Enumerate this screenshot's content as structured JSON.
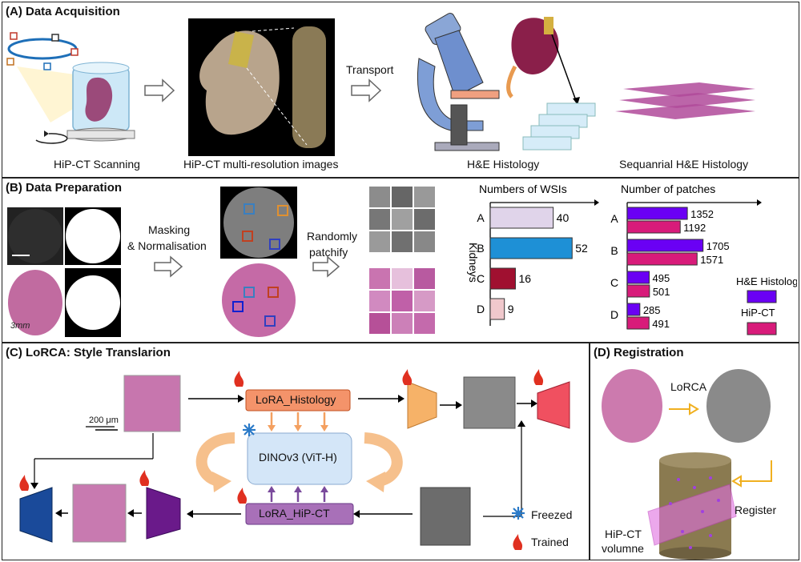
{
  "panel_a": {
    "title": "(A) Data Acquisition",
    "labels": {
      "scanning": "HiP-CT Scanning",
      "multires": "HiP-CT multi-resolution images",
      "transport": "Transport",
      "he": "H&E Histology",
      "sequential": "Sequanrial H&E Histology"
    }
  },
  "panel_b": {
    "title": "(B) Data Preparation",
    "scale": "3mm",
    "masking": "Masking",
    "normalisation": "& Normalisation",
    "patchify_1": "Randomly",
    "patchify_2": "patchify",
    "kidneys_axis": "Kidneys",
    "legend": {
      "he": "H&E Histology",
      "hipct": "HiP-CT"
    },
    "colors": {
      "he": "#6a00f4",
      "hipct": "#d81b7a"
    }
  },
  "panel_c": {
    "title": "(C) LoRCA: Style Translarion",
    "scale": "200 μm",
    "lora_hist": "LoRA_Histology",
    "lora_hipct": "LoRA_HiP-CT",
    "dino": "DINOv3 (ViT-H)",
    "freezed": "Freezed",
    "trained": "Trained"
  },
  "panel_d": {
    "title": "(D) Registration",
    "lorca": "LoRCA",
    "register": "Register",
    "vol_1": "HiP-CT",
    "vol_2": "volumne"
  },
  "chart_data": [
    {
      "type": "bar",
      "title": "Numbers of WSIs",
      "ylabel": "Kidneys",
      "categories": [
        "A",
        "B",
        "C",
        "D"
      ],
      "values": [
        40,
        52,
        16,
        9
      ],
      "colors": [
        "#e0d4ea",
        "#1e90d6",
        "#a01030",
        "#f0c8cc"
      ],
      "orientation": "horizontal"
    },
    {
      "type": "bar",
      "title": "Number of patches",
      "categories": [
        "A",
        "B",
        "C",
        "D"
      ],
      "series": [
        {
          "name": "H&E Histology",
          "values": [
            1352,
            1705,
            495,
            285
          ]
        },
        {
          "name": "HiP-CT",
          "values": [
            1192,
            1571,
            501,
            491
          ]
        }
      ],
      "orientation": "horizontal",
      "legend": "right"
    }
  ]
}
